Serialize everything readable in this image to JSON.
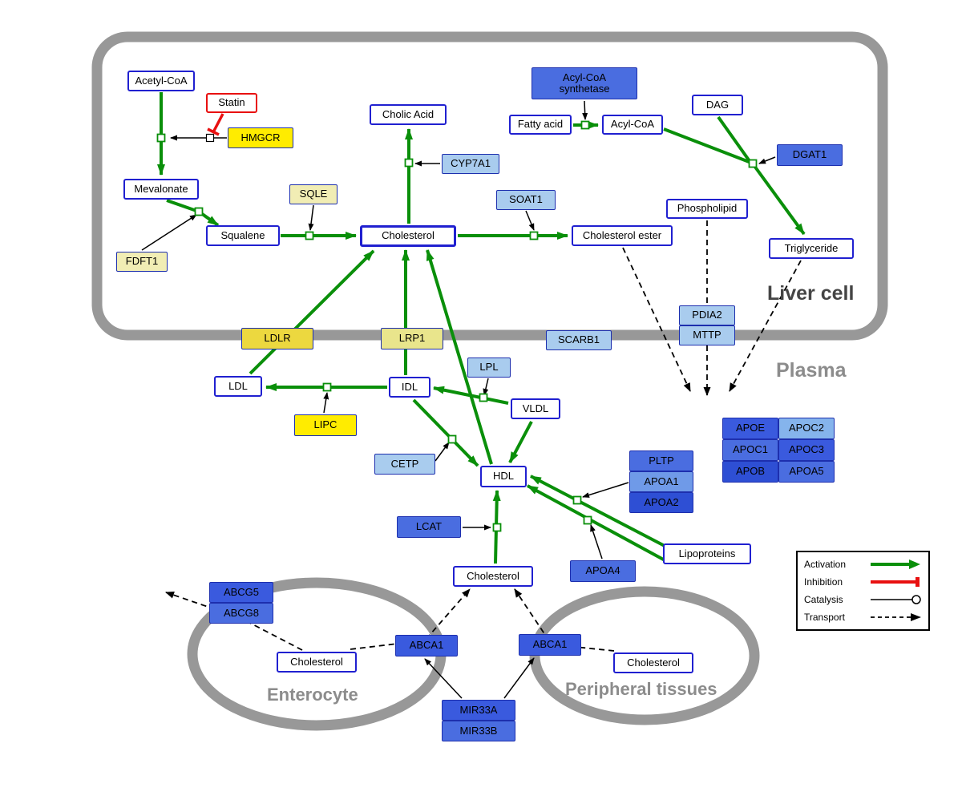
{
  "compartments": {
    "liver": "Liver cell",
    "plasma": "Plasma",
    "enterocyte": "Enterocyte",
    "peripheral": "Peripheral tissues"
  },
  "legend": {
    "activation": "Activation",
    "inhibition": "Inhibition",
    "catalysis": "Catalysis",
    "transport": "Transport"
  },
  "palette": {
    "activation_green": "#0a8f0a",
    "inhibition_red": "#e81010",
    "membrane_gray": "#989898",
    "metabolite_border_blue": "#2020d0",
    "bright_yellow": "#ffec00",
    "pale_yellow": "#f1edb4",
    "light_blue": "#a9ccee",
    "medium_blue": "#4a6de0",
    "dark_blue": "#2e4fd4"
  },
  "nodes": {
    "acetyl_coa": {
      "label": "Acetyl-CoA"
    },
    "statin": {
      "label": "Statin"
    },
    "hmgcr": {
      "label": "HMGCR"
    },
    "mevalonate": {
      "label": "Mevalonate"
    },
    "fdft1": {
      "label": "FDFT1"
    },
    "squalene": {
      "label": "Squalene"
    },
    "sqle": {
      "label": "SQLE"
    },
    "cholic_acid": {
      "label": "Cholic Acid"
    },
    "cyp7a1": {
      "label": "CYP7A1"
    },
    "cholesterol_liver": {
      "label": "Cholesterol"
    },
    "soat1": {
      "label": "SOAT1"
    },
    "cholesterol_ester": {
      "label": "Cholesterol ester"
    },
    "acyl_coa_synthetase": {
      "label": "Acyl-CoA synthetase"
    },
    "fatty_acid": {
      "label": "Fatty acid"
    },
    "acyl_coa": {
      "label": "Acyl-CoA"
    },
    "dag": {
      "label": "DAG"
    },
    "dgat1": {
      "label": "DGAT1"
    },
    "phospholipid": {
      "label": "Phospholipid"
    },
    "triglyceride": {
      "label": "Triglyceride"
    },
    "ldlr": {
      "label": "LDLR"
    },
    "lrp1": {
      "label": "LRP1"
    },
    "scarb1": {
      "label": "SCARB1"
    },
    "pdia2": {
      "label": "PDIA2"
    },
    "mttp": {
      "label": "MTTP"
    },
    "ldl": {
      "label": "LDL"
    },
    "idl": {
      "label": "IDL"
    },
    "lpl": {
      "label": "LPL"
    },
    "vldl": {
      "label": "VLDL"
    },
    "lipc": {
      "label": "LIPC"
    },
    "cetp": {
      "label": "CETP"
    },
    "hdl": {
      "label": "HDL"
    },
    "pltp": {
      "label": "PLTP"
    },
    "apoa1": {
      "label": "APOA1"
    },
    "apoa2": {
      "label": "APOA2"
    },
    "apoe": {
      "label": "APOE"
    },
    "apoc2": {
      "label": "APOC2"
    },
    "apoc1": {
      "label": "APOC1"
    },
    "apoc3": {
      "label": "APOC3"
    },
    "apob": {
      "label": "APOB"
    },
    "apoa5": {
      "label": "APOA5"
    },
    "lcat": {
      "label": "LCAT"
    },
    "apoa4": {
      "label": "APOA4"
    },
    "lipoproteins": {
      "label": "Lipoproteins"
    },
    "cholesterol_plasma": {
      "label": "Cholesterol"
    },
    "abcg5": {
      "label": "ABCG5"
    },
    "abcg8": {
      "label": "ABCG8"
    },
    "cholesterol_enterocyte": {
      "label": "Cholesterol"
    },
    "abca1_left": {
      "label": "ABCA1"
    },
    "abca1_right": {
      "label": "ABCA1"
    },
    "cholesterol_peripheral": {
      "label": "Cholesterol"
    },
    "mir33a": {
      "label": "MIR33A"
    },
    "mir33b": {
      "label": "MIR33B"
    }
  },
  "edges": [
    {
      "from": "acetyl_coa",
      "to": "mevalonate",
      "type": "activation"
    },
    {
      "from": "mevalonate",
      "to": "squalene",
      "type": "activation"
    },
    {
      "from": "squalene",
      "to": "cholesterol_liver",
      "type": "activation"
    },
    {
      "from": "cholesterol_liver",
      "to": "cholic_acid",
      "type": "activation"
    },
    {
      "from": "cholesterol_liver",
      "to": "cholesterol_ester",
      "type": "activation"
    },
    {
      "from": "fatty_acid",
      "to": "acyl_coa",
      "type": "activation"
    },
    {
      "from": "acyl_coa",
      "to": "triglyceride",
      "type": "activation"
    },
    {
      "from": "dag",
      "to": "triglyceride",
      "type": "activation"
    },
    {
      "from": "ldl",
      "to": "cholesterol_liver",
      "type": "activation"
    },
    {
      "from": "idl",
      "to": "cholesterol_liver",
      "type": "activation"
    },
    {
      "from": "hdl",
      "to": "cholesterol_liver",
      "type": "activation"
    },
    {
      "from": "idl",
      "to": "ldl",
      "type": "activation"
    },
    {
      "from": "vldl",
      "to": "idl",
      "type": "activation"
    },
    {
      "from": "idl",
      "to": "hdl",
      "type": "activation"
    },
    {
      "from": "vldl",
      "to": "hdl",
      "type": "activation"
    },
    {
      "from": "lipoproteins",
      "to": "hdl",
      "type": "activation"
    },
    {
      "from": "cholesterol_plasma",
      "to": "hdl",
      "type": "activation"
    },
    {
      "from": "hmgcr",
      "to": "acetyl_coa->mevalonate",
      "type": "catalysis"
    },
    {
      "from": "statin",
      "to": "hmgcr",
      "type": "inhibition"
    },
    {
      "from": "fdft1",
      "to": "mevalonate->squalene",
      "type": "catalysis"
    },
    {
      "from": "sqle",
      "to": "squalene->cholesterol_liver",
      "type": "catalysis"
    },
    {
      "from": "cyp7a1",
      "to": "cholesterol_liver->cholic_acid",
      "type": "catalysis"
    },
    {
      "from": "soat1",
      "to": "cholesterol_liver->cholesterol_ester",
      "type": "catalysis"
    },
    {
      "from": "acyl_coa_synthetase",
      "to": "fatty_acid->acyl_coa",
      "type": "catalysis"
    },
    {
      "from": "dgat1",
      "to": "acyl_coa+dag->triglyceride",
      "type": "catalysis"
    },
    {
      "from": "lipc",
      "to": "idl->ldl",
      "type": "catalysis"
    },
    {
      "from": "lpl",
      "to": "vldl->idl",
      "type": "catalysis"
    },
    {
      "from": "cetp",
      "to": "idl->hdl",
      "type": "catalysis"
    },
    {
      "from": "lcat",
      "to": "cholesterol_plasma->hdl",
      "type": "catalysis"
    },
    {
      "from": "pltp+apoa1+apoa2",
      "to": "lipoproteins->hdl",
      "type": "catalysis"
    },
    {
      "from": "apoa4",
      "to": "lipoproteins->hdl",
      "type": "catalysis"
    },
    {
      "from": "mir33a+mir33b",
      "to": "abca1_left",
      "type": "regulation"
    },
    {
      "from": "mir33a+mir33b",
      "to": "abca1_right",
      "type": "regulation"
    },
    {
      "from": "cholesterol_ester",
      "to": "plasma",
      "type": "transport"
    },
    {
      "from": "phospholipid",
      "to": "plasma",
      "type": "transport"
    },
    {
      "from": "triglyceride",
      "to": "plasma",
      "type": "transport"
    },
    {
      "from": "cholesterol_enterocyte",
      "to": "intestinal_lumen",
      "type": "transport"
    },
    {
      "from": "cholesterol_enterocyte",
      "to": "cholesterol_plasma",
      "type": "transport"
    },
    {
      "from": "cholesterol_peripheral",
      "to": "cholesterol_plasma",
      "type": "transport"
    }
  ]
}
